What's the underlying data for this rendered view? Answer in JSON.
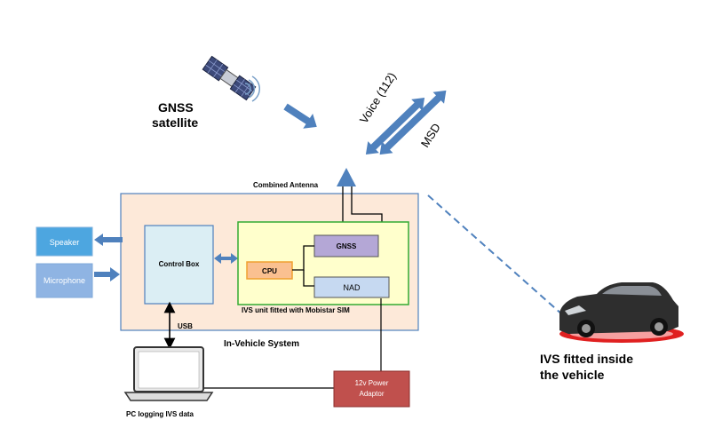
{
  "satellite": {
    "label_line1": "GNSS",
    "label_line2": "satellite"
  },
  "links": {
    "voice": "Voice (112)",
    "msd": "MSD"
  },
  "antenna": {
    "label": "Combined Antenna"
  },
  "ivs_system": {
    "label": "In-Vehicle System"
  },
  "speaker": {
    "label": "Speaker"
  },
  "microphone": {
    "label": "Microphone"
  },
  "control_box": {
    "label": "Control Box"
  },
  "ivs_unit": {
    "label": "IVS unit fitted with Mobistar SIM"
  },
  "cpu": {
    "label": "CPU"
  },
  "gnss_module": {
    "label": "GNSS"
  },
  "nad": {
    "label": "NAD"
  },
  "usb": {
    "label": "USB"
  },
  "pc": {
    "label": "PC logging IVS data"
  },
  "power": {
    "label_line1": "12v Power",
    "label_line2": "Adaptor"
  },
  "vehicle": {
    "label_line1": "IVS fitted inside",
    "label_line2": "the vehicle"
  },
  "colors": {
    "blue_arrow": "#4f81bd",
    "speaker_fill": "#4da6e0",
    "microphone_fill": "#8fb4e3",
    "ivs_system_fill": "#fde9d9",
    "control_box_fill": "#dbeef4",
    "ivs_unit_fill": "#ffffcc",
    "ivs_unit_border": "#33aa33",
    "gnss_fill": "#b4a7d6",
    "cpu_fill": "#fac090",
    "cpu_border": "#f0a030",
    "nad_fill": "#c6d9f1",
    "power_fill": "#c0504d"
  }
}
